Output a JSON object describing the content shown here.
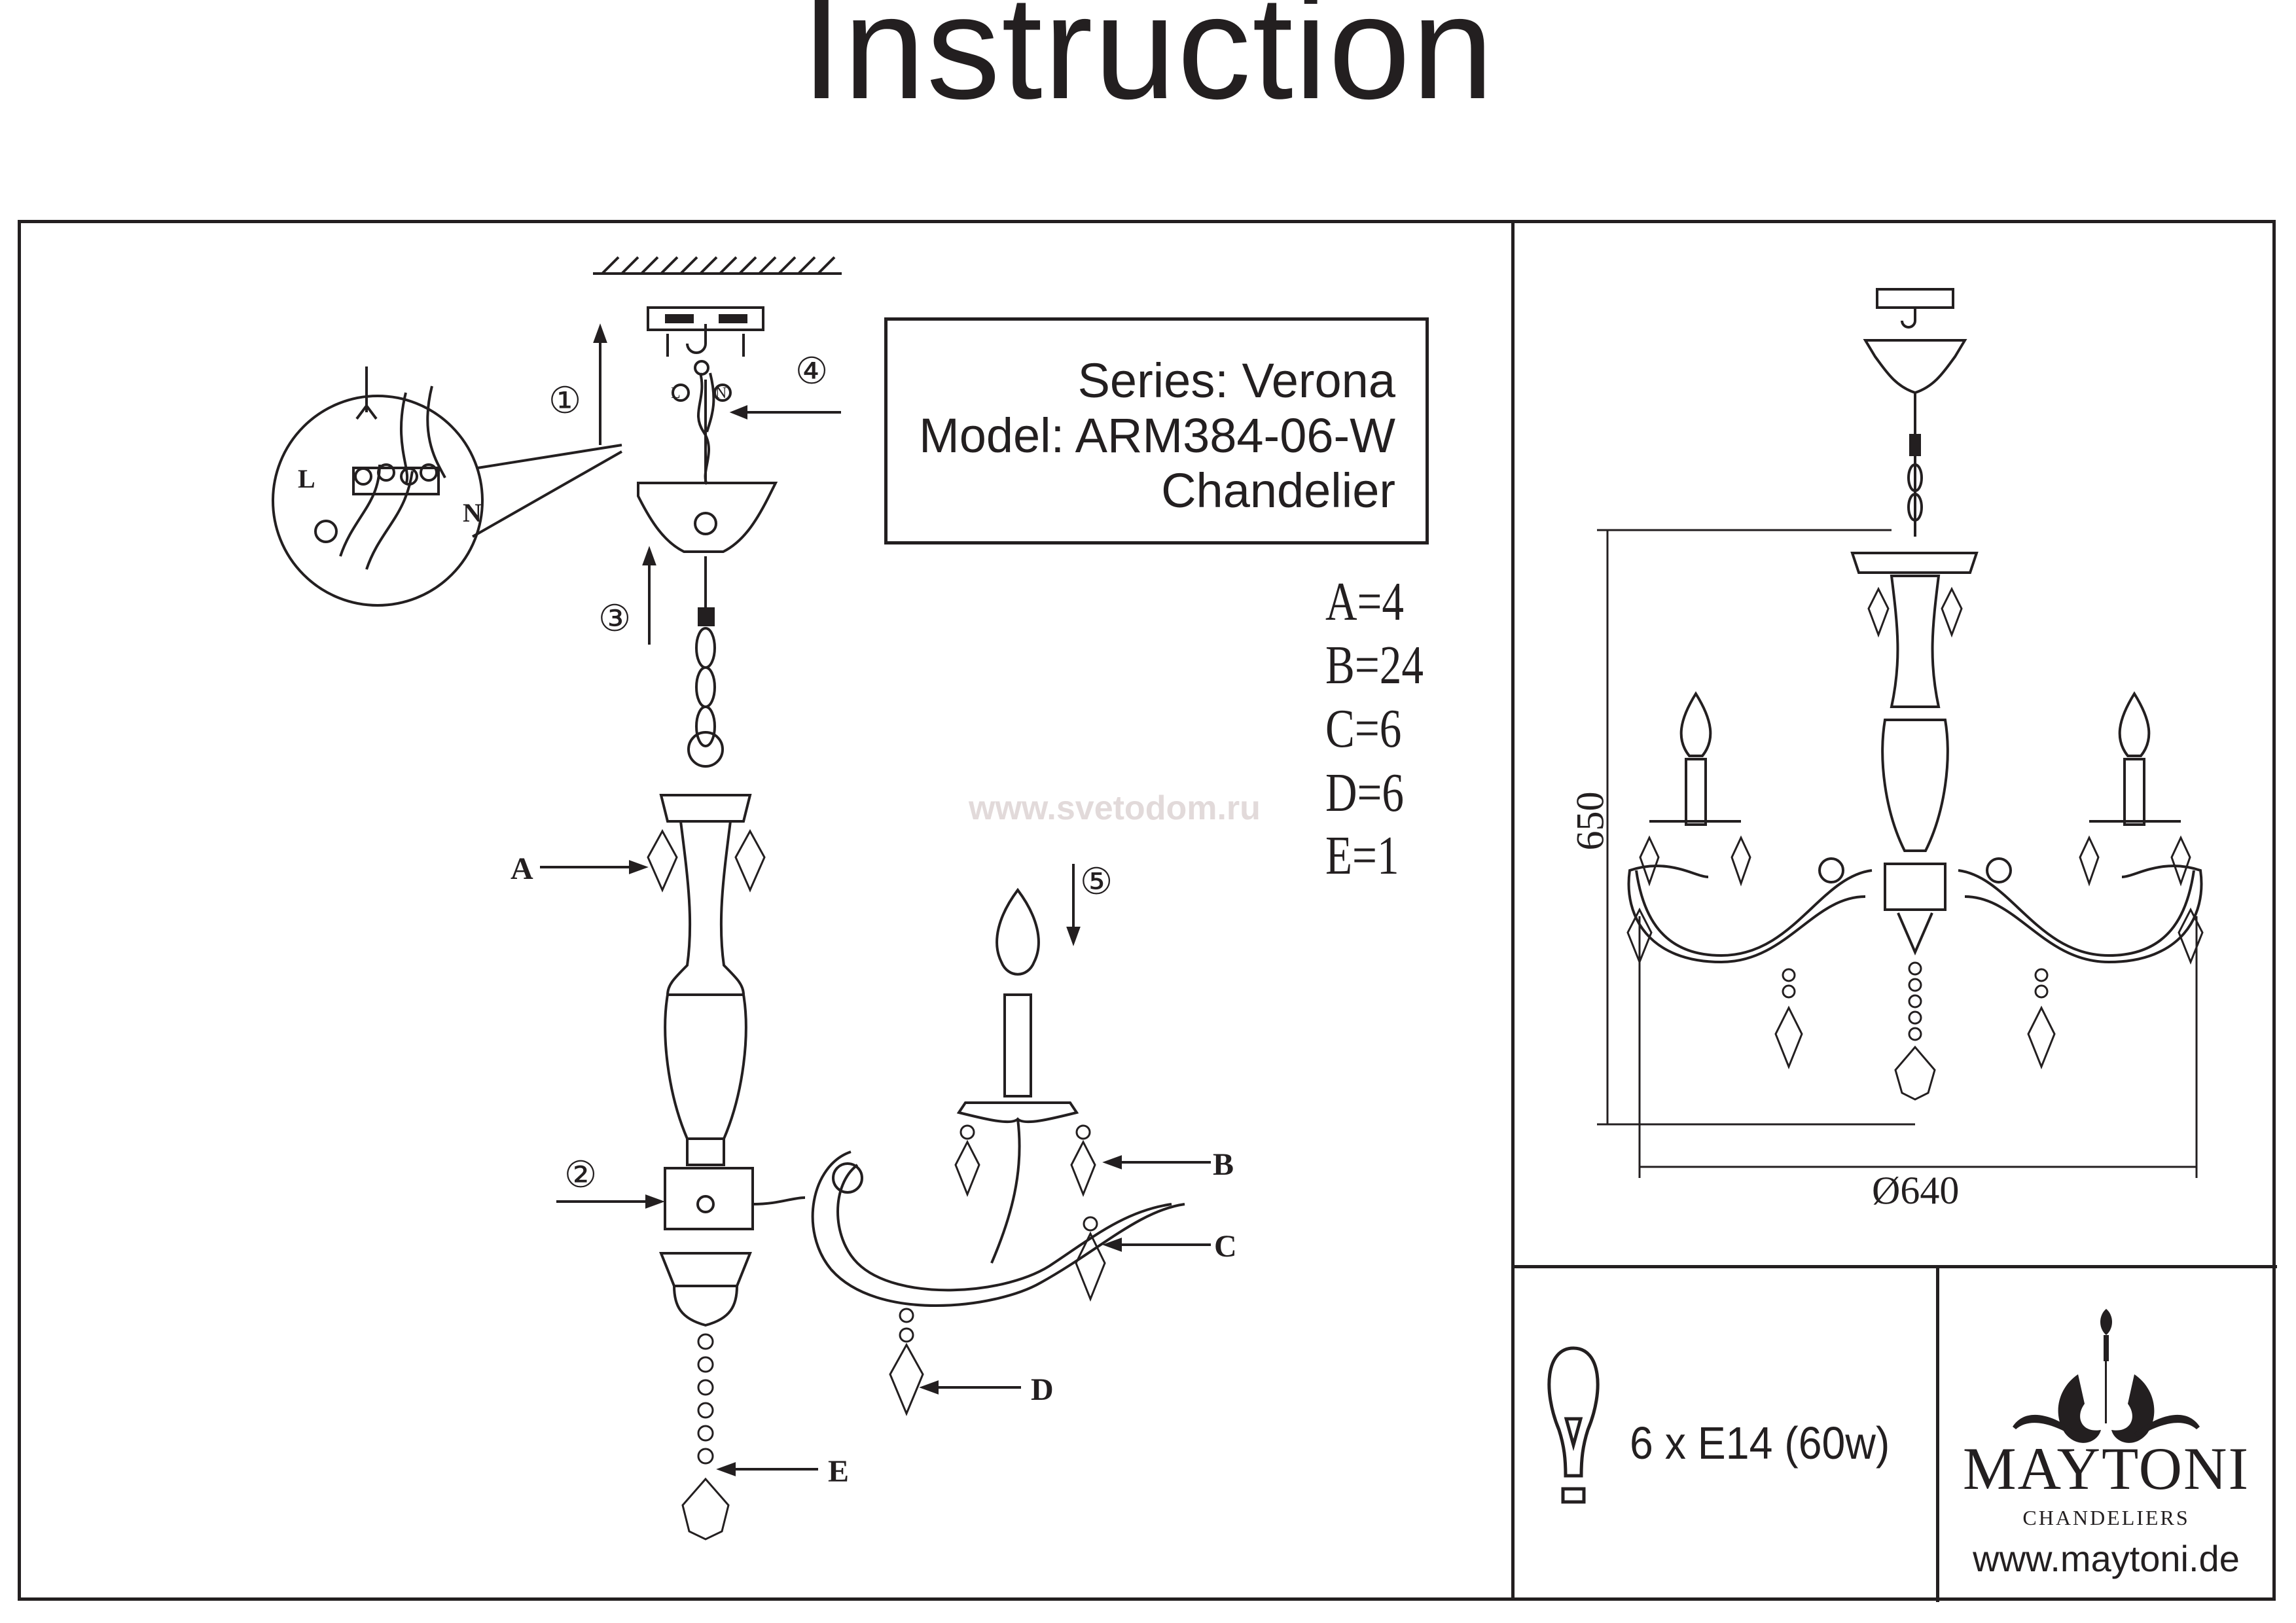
{
  "title": "Instruction",
  "product": {
    "series": "Series: Verona",
    "model": "Model: ARM384-06-W",
    "type": "Chandelier"
  },
  "parts_count": [
    "A=4",
    "B=24",
    "C=6",
    "D=6",
    "E=1"
  ],
  "watermark": "www.svetodom.ru",
  "diagram_labels": {
    "part_a": "A",
    "part_b": "B",
    "part_c": "C",
    "part_d": "D",
    "part_e": "E",
    "step1": "①",
    "step2": "②",
    "step3": "③",
    "step4": "④",
    "step5": "⑤",
    "wire_live": "L",
    "wire_neutral": "N",
    "wire_l_small": "L",
    "wire_n_small": "N"
  },
  "dimensions": {
    "height": "650",
    "diameter": "Ø640"
  },
  "bulb": {
    "icon": "light-bulb-icon",
    "spec": "6 x E14 (60w)"
  },
  "brand": {
    "logo_icon": "maytoni-ornament-logo",
    "name": "MAYTONI",
    "subtitle": "CHANDELIERS",
    "website": "www.maytoni.de"
  },
  "colors": {
    "ink": "#231f20",
    "watermark": "#e2dada"
  }
}
